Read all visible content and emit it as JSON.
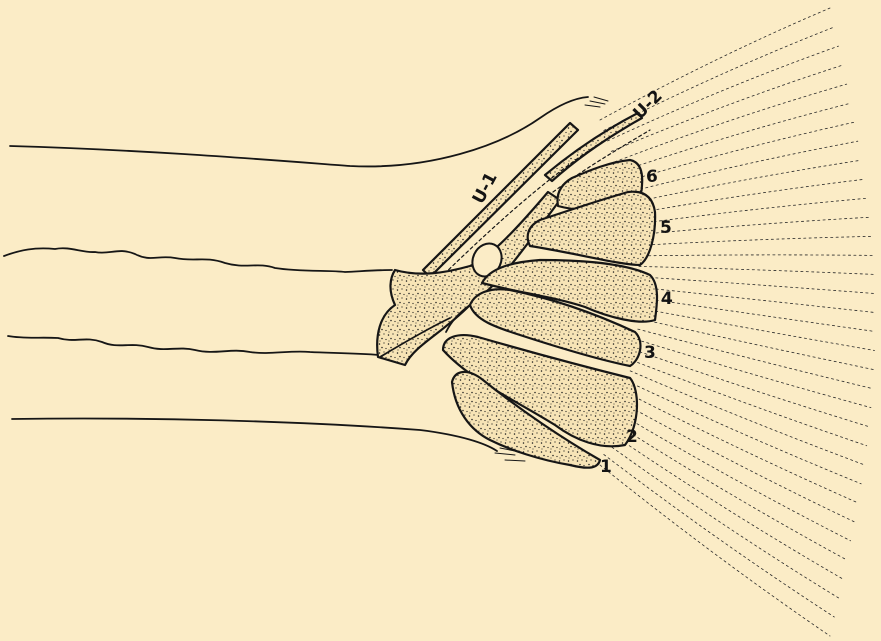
{
  "figure": {
    "colors": {
      "paper": "#fbecc6",
      "ink": "#161616"
    },
    "labels": {
      "u1": "U-1",
      "u2": "U-2",
      "h1": "1",
      "h2": "2",
      "h3": "3",
      "h4": "4",
      "h5": "5",
      "h6": "6"
    }
  }
}
